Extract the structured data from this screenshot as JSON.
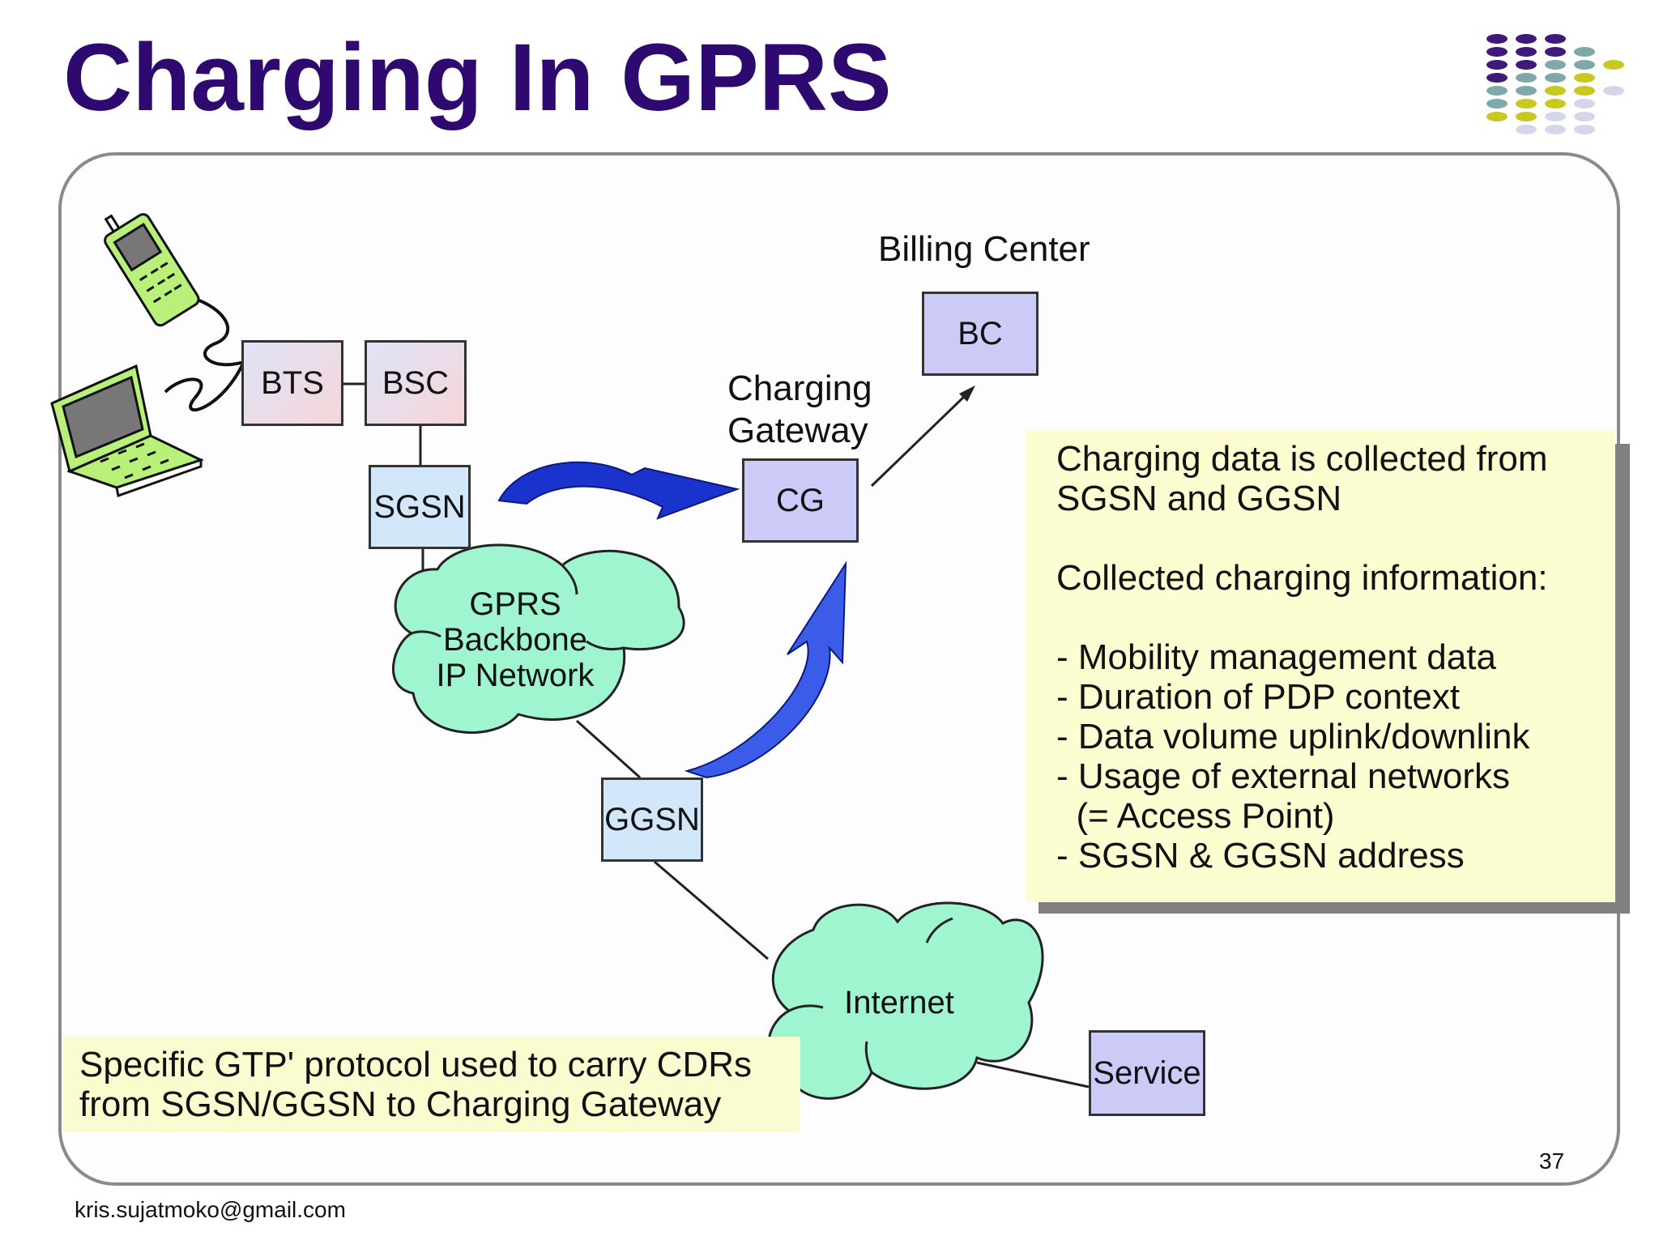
{
  "slide": {
    "title": "Charging In GPRS",
    "page_number": "37",
    "footer": "kris.sujatmoko@gmail.com"
  },
  "nodes": {
    "bts": "BTS",
    "bsc": "BSC",
    "sgsn": "SGSN",
    "cg": "CG",
    "bc": "BC",
    "ggsn": "GGSN",
    "service": "Service"
  },
  "labels": {
    "billing_center": "Billing Center",
    "charging_gateway": [
      "Charging",
      "Gateway"
    ],
    "backbone_cloud": [
      "GPRS",
      "Backbone",
      "IP Network"
    ],
    "internet_cloud": "Internet"
  },
  "info_box": {
    "lines": [
      "Charging data is collected from",
      "SGSN and GGSN",
      "",
      "Collected charging information:",
      "",
      "- Mobility management data",
      "- Duration of PDP context",
      "- Data volume uplink/downlink",
      "- Usage of external networks",
      "  (= Access Point)",
      "- SGSN & GGSN address"
    ]
  },
  "gtp_note": {
    "lines": [
      "Specific GTP' protocol used to carry CDRs",
      "from SGSN/GGSN to Charging Gateway"
    ]
  },
  "colors": {
    "title": "#2e0a70",
    "cloud_fill": "#9ff5d0",
    "arrow_blue": "#1a33cc",
    "info_box": "#fdfdd2",
    "dot_purple": "#3f1a78",
    "dot_teal": "#7fa8a8",
    "dot_yellow": "#c8c820",
    "dot_lavender": "#d6d6ea"
  },
  "icons": [
    "mobile-phone-icon",
    "laptop-icon",
    "decorative-dot-grid"
  ]
}
